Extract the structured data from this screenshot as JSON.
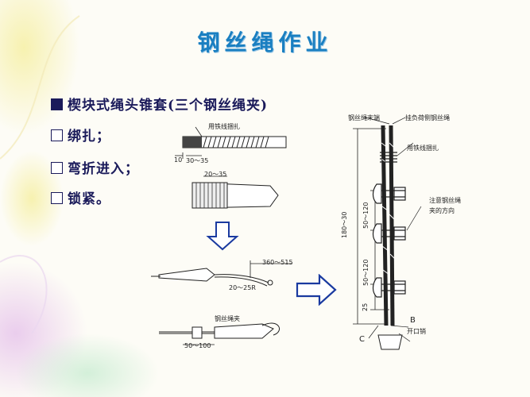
{
  "slide": {
    "title": "钢丝绳作业",
    "bullets": [
      {
        "marker": "filled-square",
        "text": "楔块式绳头锥套(三个钢丝绳夹)"
      },
      {
        "marker": "empty-square",
        "text": "绑扎；"
      },
      {
        "marker": "empty-square",
        "text": "弯折进入；"
      },
      {
        "marker": "empty-square",
        "text": "锁紧。"
      }
    ]
  },
  "figure_left": {
    "binding_label": "用铁线捆扎",
    "dim_10": "10",
    "dim_30_35": "30～35",
    "dim_20_35": "20～35",
    "dim_360_515": "360～515",
    "dim_20_25": "20～25R",
    "clip_label": "钢丝绳夹",
    "dim_50_100": "50～100"
  },
  "figure_right": {
    "rope_tail_label": "钢丝绳末端",
    "load_side_label": "挂负荷侧钢丝绳",
    "wire_label": "用铁线捆扎",
    "note_label_1": "注意钢丝绳",
    "note_label_2": "夹的方向",
    "dim_total": "180～30",
    "dim_upper": "50～120",
    "dim_lower": "50～120",
    "dim_bottom": "25",
    "letter_b": "B",
    "letter_c": "C",
    "pin_label": "开口销"
  }
}
